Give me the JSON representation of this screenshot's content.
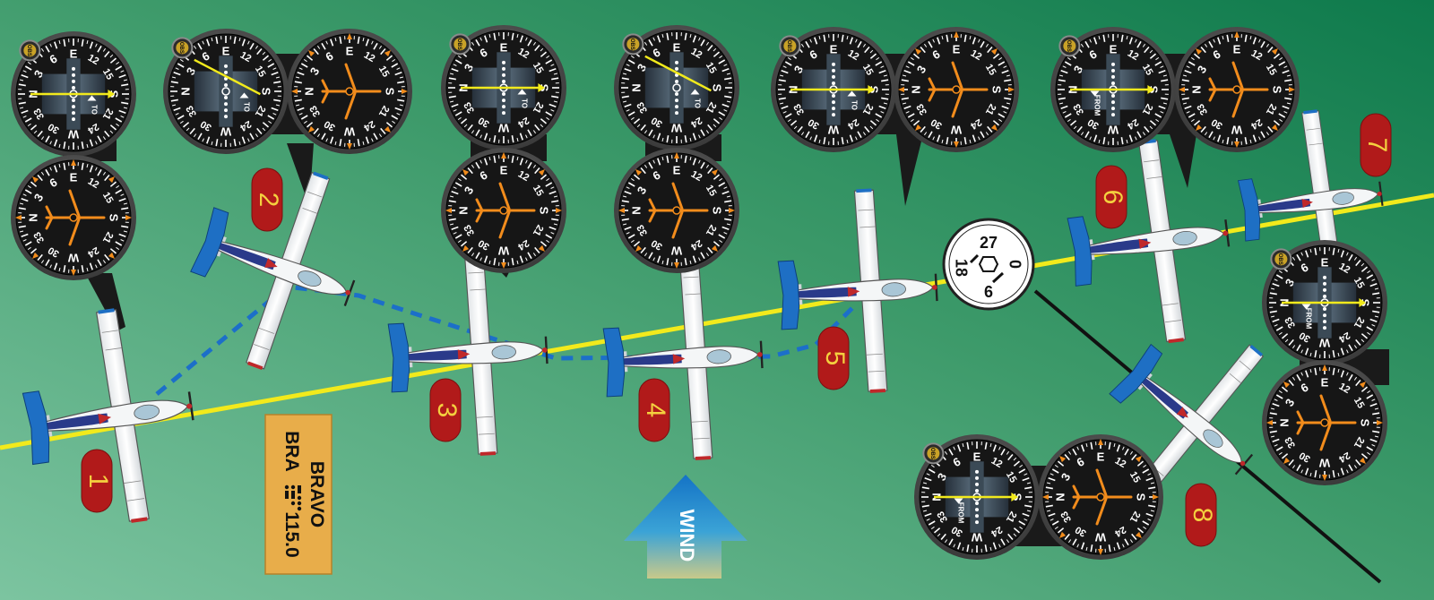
{
  "colors": {
    "bg_light": "#7cc4a0",
    "bg_dark": "#0e7a4c",
    "course_line": "#f2ea1c",
    "flight_path": "#1c6fc9",
    "badge": "#b11a1a",
    "badge_text": "#f4d03f",
    "plane_tail": "#1e6fc4",
    "heading_needle": "#f28c1c",
    "cdi_needle": "#f2ea1c",
    "station_box": "#e8ad4a",
    "wind_arrow": "#1a82c9"
  },
  "positions": [
    {
      "label": "1",
      "cdi_flag": "TO",
      "cdi_needle": "straight"
    },
    {
      "label": "2",
      "cdi_flag": "TO",
      "cdi_needle": "deflected"
    },
    {
      "label": "3",
      "cdi_flag": "TO",
      "cdi_needle": "straight"
    },
    {
      "label": "4",
      "cdi_flag": "TO",
      "cdi_needle": "deflected"
    },
    {
      "label": "5",
      "cdi_flag": "TO",
      "cdi_needle": "straight"
    },
    {
      "label": "6",
      "cdi_flag": "FROM",
      "cdi_needle": "straight"
    },
    {
      "label": "7",
      "cdi_flag": "FROM",
      "cdi_needle": "straight"
    },
    {
      "label": "8",
      "cdi_flag": "FROM",
      "cdi_needle": "straight"
    }
  ],
  "obs_knob_label": "OBS",
  "compass_labels": [
    "N",
    "3",
    "6",
    "E",
    "12",
    "15",
    "S",
    "21",
    "24",
    "W",
    "30",
    "33"
  ],
  "vor_station": {
    "name": "BRAVO",
    "ident": "BRA",
    "morse": [
      "-...",
      ".-.",
      ".-"
    ],
    "frequency": "115.0"
  },
  "wind": {
    "label": "WIND"
  },
  "clock_dial": {
    "labels": [
      "0",
      "6",
      "18",
      "27"
    ]
  }
}
